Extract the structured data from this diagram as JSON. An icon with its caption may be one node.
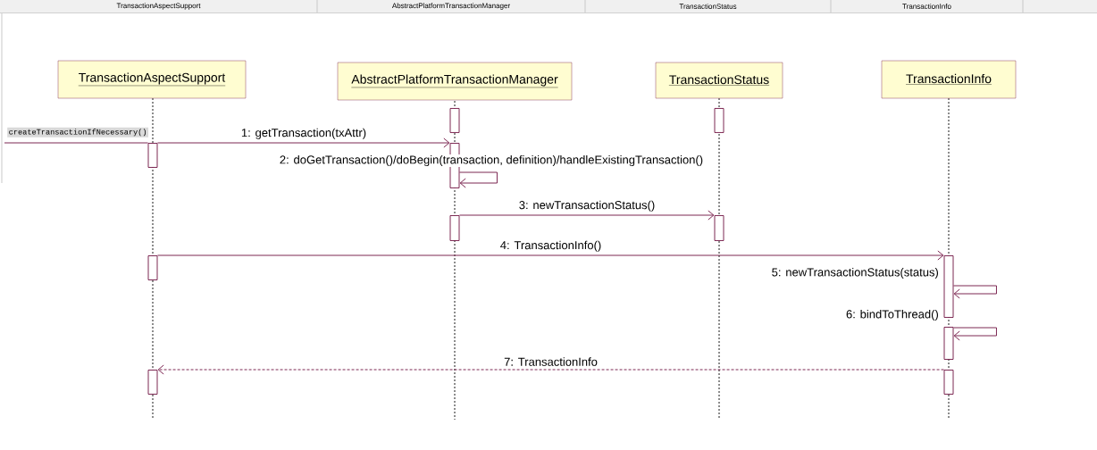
{
  "diagram": {
    "nodes": [
      {
        "text": [
          "TransactionAspectSupport"
        ]
      },
      {
        "text": [
          "AbstractPlatformTransactionManager"
        ]
      },
      {
        "text": [
          "TransactionStatus"
        ]
      },
      {
        "text": [
          "TransactionInfo"
        ]
      },
      {
        "text": [],
        "shape": "bar"
      },
      {
        "text": [],
        "shape": "bar"
      },
      {
        "text": [],
        "shape": "bar"
      },
      {
        "text": [],
        "shape": "bar"
      },
      {
        "text": [],
        "shape": "bar"
      },
      {
        "text": [],
        "shape": "bar"
      },
      {
        "text": [],
        "shape": "bar"
      },
      {
        "text": [],
        "shape": "bar"
      },
      {
        "text": [],
        "shape": "bar"
      },
      {
        "text": [],
        "shape": "bar"
      },
      {
        "text": [],
        "shape": "bar"
      }
    ],
    "edges": [
      {
        "from": null,
        "to": 6,
        "arrow": "none",
        "label": "createTransactionIfNecessary()"
      },
      {
        "from": 6,
        "to": 7,
        "arrow": "to",
        "label": "1: getTransaction(txAttr)"
      },
      {
        "from": 7,
        "to": 7,
        "arrow": "to",
        "label": "2:  doGetTransaction()/doBegin(transaction, definition)/handleExistingTransaction()"
      },
      {
        "from": 8,
        "to": 9,
        "arrow": "to",
        "label": "3: newTransactionStatus()"
      },
      {
        "from": 10,
        "to": 11,
        "arrow": "to",
        "label": "4: TransactionInfo()"
      },
      {
        "from": 11,
        "to": 11,
        "arrow": "to",
        "label": "5: newTransactionStatus(status)"
      },
      {
        "from": 12,
        "to": 12,
        "arrow": "to",
        "label": "6: bindToThread()"
      },
      {
        "from": 14,
        "to": 13,
        "arrow": "to",
        "label": "7: TransactionInfo",
        "style": "dashed"
      }
    ],
    "labels": [
      "TransactionAspectSupport",
      "AbstractPlatformTransactionManager",
      "TransactionStatus",
      "TransactionInfo"
    ]
  }
}
